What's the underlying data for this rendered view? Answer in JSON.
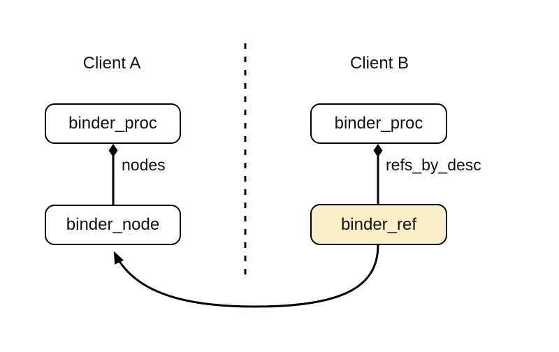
{
  "diagram": {
    "columns": {
      "left_title": "Client A",
      "right_title": "Client B"
    },
    "nodes": {
      "client_a_proc": {
        "label": "binder_proc"
      },
      "client_a_node": {
        "label": "binder_node"
      },
      "client_b_proc": {
        "label": "binder_proc"
      },
      "client_b_ref": {
        "label": "binder_ref",
        "highlighted": true
      }
    },
    "edges": {
      "proc_to_node": {
        "label": "nodes",
        "style": "diamond-tail"
      },
      "proc_to_ref": {
        "label": "refs_by_desc",
        "style": "diamond-tail"
      },
      "ref_to_node": {
        "label": "",
        "style": "curved-arrow"
      }
    },
    "colors": {
      "background": "#ffffff",
      "stroke": "#000000",
      "node_fill": "#ffffff",
      "highlight_fill": "#faf0c8",
      "text": "#111111"
    }
  }
}
